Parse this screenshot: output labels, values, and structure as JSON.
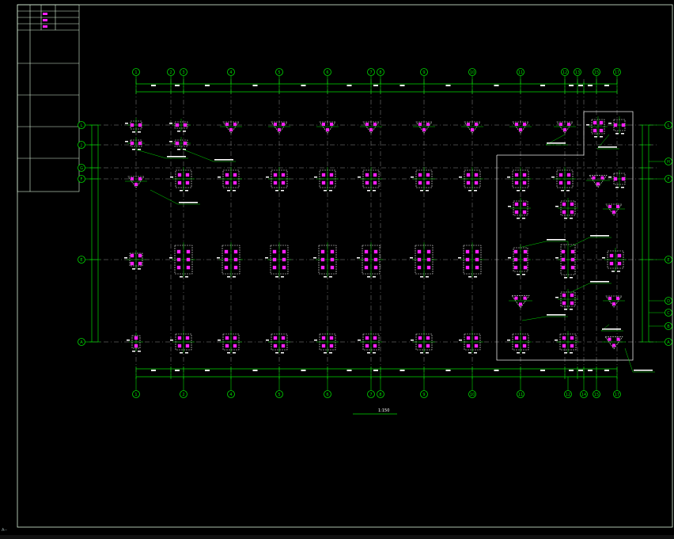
{
  "drawing": {
    "columns": [
      "1",
      "2",
      "3",
      "4",
      "5",
      "6",
      "7",
      "8",
      "9",
      "10",
      "11",
      "12",
      "13",
      "14",
      "15",
      "16",
      "17"
    ],
    "rows": [
      "L",
      "J",
      "G",
      "F",
      "E",
      "A"
    ],
    "right_rows": [
      "L",
      "H",
      "F",
      "E",
      "D",
      "C",
      "B",
      "A"
    ],
    "title_text": "",
    "scale_text": "1:150",
    "subtitle_text": "",
    "layout_tab": "A--"
  },
  "colors": {
    "background": "#000000",
    "frame": "#d9f2d9",
    "grid_line": "#00d800",
    "axis_dash": "#8c8c8c",
    "pile": "#ff20ff",
    "cap_outline": "#e8e8e8",
    "text": "#ffffff"
  }
}
